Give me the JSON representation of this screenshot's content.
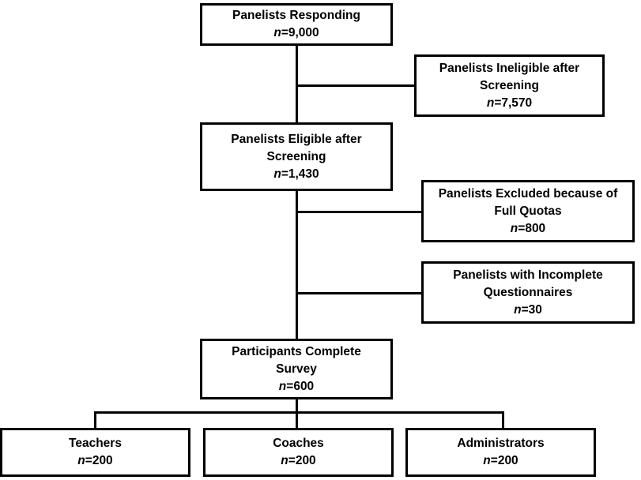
{
  "diagram": {
    "type": "participant-flow-diagram",
    "nodes": [
      {
        "id": "panelists-responding",
        "title": "Panelists Responding",
        "title_line2": "",
        "count_prefix": "n",
        "count_value": "=9,000",
        "count_text": "n=9,000",
        "n": 9000
      },
      {
        "id": "panelists-ineligible",
        "title": "Panelists Ineligible after",
        "title_line2": "Screening",
        "count_prefix": "n",
        "count_value": "=7,570",
        "count_text": "n=7,570",
        "n": 7570
      },
      {
        "id": "panelists-eligible",
        "title": "Panelists Eligible after",
        "title_line2": "Screening",
        "count_prefix": "n",
        "count_value": "=1,430",
        "count_text": "n=1,430",
        "n": 1430
      },
      {
        "id": "panelists-excluded-quotas",
        "title": "Panelists Excluded because of",
        "title_line2": "Full Quotas",
        "count_prefix": "n",
        "count_value": "=800",
        "count_text": "n=800",
        "n": 800
      },
      {
        "id": "panelists-incomplete",
        "title": "Panelists with Incomplete",
        "title_line2": "Questionnaires",
        "count_prefix": "n",
        "count_value": "=30",
        "count_text": "n=30",
        "n": 30
      },
      {
        "id": "participants-complete",
        "title": "Participants Complete",
        "title_line2": "Survey",
        "count_prefix": "n",
        "count_value": "=600",
        "count_text": "n=600",
        "n": 600
      },
      {
        "id": "teachers",
        "title": "Teachers",
        "title_line2": "",
        "count_prefix": "n",
        "count_value": "=200",
        "count_text": "n=200",
        "n": 200
      },
      {
        "id": "coaches",
        "title": "Coaches",
        "title_line2": "",
        "count_prefix": "n",
        "count_value": "=200",
        "count_text": "n=200",
        "n": 200
      },
      {
        "id": "administrators",
        "title": "Administrators",
        "title_line2": "",
        "count_prefix": "n",
        "count_value": "=200",
        "count_text": "n=200",
        "n": 200
      }
    ],
    "colors": {
      "border": "#000000",
      "background": "#ffffff",
      "text": "#000000"
    }
  }
}
